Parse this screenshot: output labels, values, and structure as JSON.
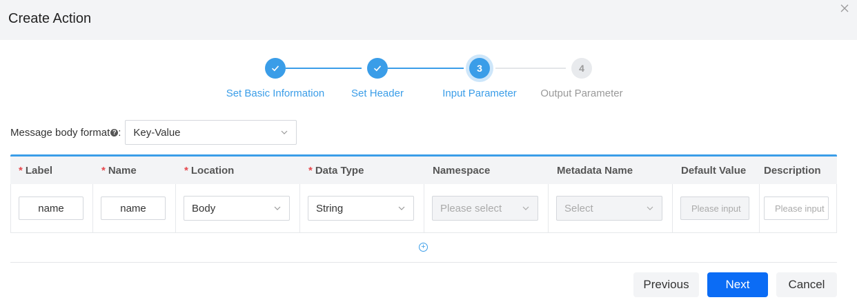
{
  "dialog": {
    "title": "Create Action",
    "close_icon": "close-icon"
  },
  "steps": [
    {
      "number": "1",
      "label": "Set Basic Information",
      "state": "done"
    },
    {
      "number": "2",
      "label": "Set Header",
      "state": "done"
    },
    {
      "number": "3",
      "label": "Input Parameter",
      "state": "active"
    },
    {
      "number": "4",
      "label": "Output Parameter",
      "state": "wait"
    }
  ],
  "format": {
    "label": "Message body format",
    "suffix": ":",
    "value": "Key-Value"
  },
  "table": {
    "headers": [
      {
        "label": "Label",
        "required": true
      },
      {
        "label": "Name",
        "required": true
      },
      {
        "label": "Location",
        "required": true
      },
      {
        "label": "Data Type",
        "required": true
      },
      {
        "label": "Namespace",
        "required": false
      },
      {
        "label": "Metadata Name",
        "required": false
      },
      {
        "label": "Default Value",
        "required": false
      },
      {
        "label": "Description",
        "required": false
      }
    ],
    "row": {
      "label_value": "name",
      "name_value": "name",
      "location_value": "Body",
      "data_type_value": "String",
      "namespace_placeholder": "Please select",
      "metadata_placeholder": "Select",
      "default_placeholder": "Please input",
      "description_placeholder": "Please input"
    },
    "required_mark": "*"
  },
  "buttons": {
    "previous": "Previous",
    "next": "Next",
    "cancel": "Cancel"
  },
  "colors": {
    "accent": "#3a9de8",
    "primary": "#0b6cf5",
    "required": "#e5484d"
  }
}
